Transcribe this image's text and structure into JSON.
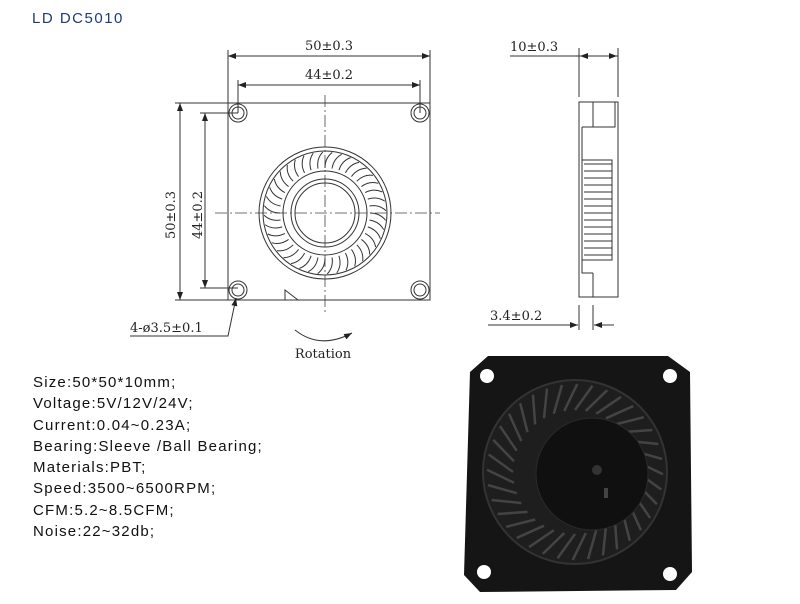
{
  "title": "LD DC5010",
  "drawing": {
    "front_width": "50±0.3",
    "front_hole_spacing_h": "44±0.2",
    "front_height": "50±0.3",
    "front_hole_spacing_v": "44±0.2",
    "hole_spec": "4-ø3.5±0.1",
    "rotation_label": "Rotation",
    "side_thickness": "10±0.3",
    "side_offset": "3.4±0.2"
  },
  "specs": [
    "Size:50*50*10mm;",
    "Voltage:5V/12V/24V;",
    "Current:0.04~0.23A;",
    "Bearing:Sleeve /Ball Bearing;",
    "Materials:PBT;",
    "Speed:3500~6500RPM;",
    "CFM:5.2~8.5CFM;",
    "Noise:22~32db;"
  ],
  "colors": {
    "title": "#1f3a7a",
    "fan_body": "#151515"
  }
}
